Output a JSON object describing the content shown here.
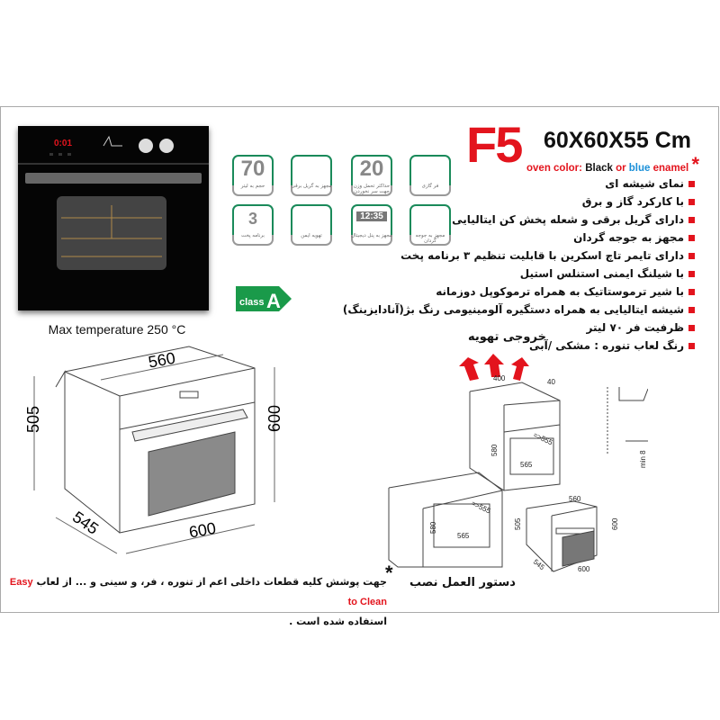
{
  "product": {
    "model": "F5",
    "dimensions": "60X60X55 Cm",
    "color_label": "oven color:",
    "color_black": "Black",
    "color_or": "or",
    "color_blue": "blue",
    "color_enamel": "enamel",
    "star": "*",
    "max_temperature": "Max temperature 250 °C",
    "energy_class_word": "class",
    "energy_class": "A"
  },
  "colors": {
    "accent_red": "#e3141d",
    "accent_blue": "#1a8fd8",
    "icon_green": "#1a8a5a",
    "class_green": "#1a9a4a"
  },
  "feature_icons": [
    {
      "icon": "capacity-70-icon",
      "value": "70",
      "label": "حجم به لیتر"
    },
    {
      "icon": "electric-grill-icon",
      "label": "مجهز به گریل برقی"
    },
    {
      "icon": "weight-tray-icon",
      "value": "20",
      "label": "حداکثر تحمل وزن جهت سر نخوردن"
    },
    {
      "icon": "gas-flame-icon",
      "label": "فر گازی"
    },
    {
      "icon": "programs-3-icon",
      "value": "3",
      "label": "برنامه پخت"
    },
    {
      "icon": "safe-ventilation-icon",
      "label": "تهویه ایمن"
    },
    {
      "icon": "digital-panel-icon",
      "value": "12:35",
      "label": "مجهز به پنل دیجیتال"
    },
    {
      "icon": "rotisserie-icon",
      "label": "مجهز به جوجه گردان"
    }
  ],
  "features": [
    "نمای شیشه ای",
    "با کارکرد گاز و برق",
    "دارای گریل برقی و شعله پخش کن ایتالیایی",
    "مجهز به جوجه گردان",
    "دارای تایمر تاچ اسکرین با قابلیت تنظیم ۳ برنامه پخت",
    "با شیلنگ ایمنی استنلس استیل",
    "با شیر ترموستاتیک به همراه ترموکوپل دوزمانه",
    "شیشه ایتالیایی به همراه دستگیره آلومینیومی رنگ بژ(آنادایزینگ)",
    "ظرفیت فر ۷۰ لیتر",
    "رنگ لعاب تنوره :  مشکی /آبی"
  ],
  "dimension_drawing": {
    "width_top": "560",
    "height_body": "505",
    "height_front": "600",
    "depth": "545",
    "width_front": "600"
  },
  "installation": {
    "vent_label": "خروجی تهویه",
    "title": "دستور العمل نصب",
    "vent_width": "400",
    "vent_gap": "40",
    "column_height": "580",
    "column_depth": "=>555",
    "column_width": "565",
    "under_height": "580",
    "under_depth": "=>555",
    "under_width": "565",
    "oven_top": "560",
    "oven_body": "505",
    "oven_front": "600",
    "oven_depth": "545",
    "oven_width": "600",
    "min_gap": "min 8"
  },
  "note": {
    "star": "*",
    "text_1": "جهت پوشش کلیه قطعات داخلی اعم از تنوره ، فر، و سینی و ... از لعاب",
    "brand_term": "Easy to Clean",
    "text_2": "استفاده شده است ."
  },
  "display": {
    "oven_display": "0:01"
  }
}
